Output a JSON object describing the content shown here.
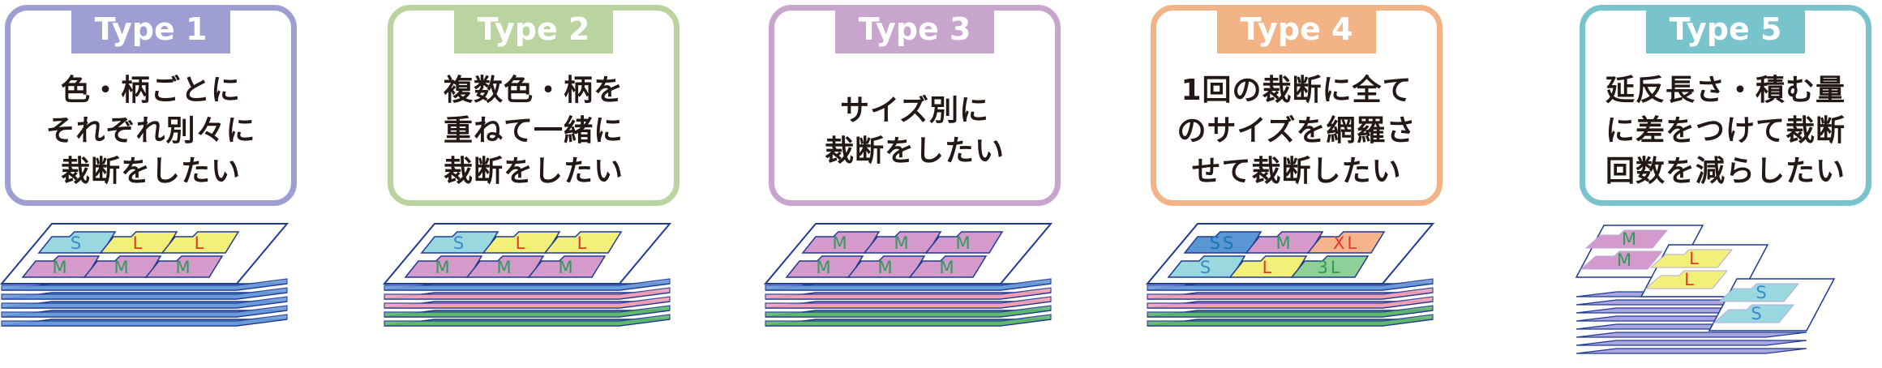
{
  "colors": {
    "type1": "#9f9ed3",
    "type2": "#b9d49e",
    "type3": "#c7a5cd",
    "type4": "#f2b487",
    "type5": "#78c3cc",
    "blue": "#6b9bd9",
    "pink": "#f4a0b4",
    "green": "#5fb86c",
    "lavender": "#a9a6e0",
    "piece_s": "#9ad8e0",
    "piece_l": "#f3f07a",
    "piece_m": "#d39acb",
    "piece_ss": "#5b96d4",
    "piece_xl": "#f6b48c",
    "piece_3l": "#8fcf98",
    "text_green": "#2f9a5a",
    "text_red": "#e8362b",
    "text_blue": "#1a73b8",
    "text_s": "#3a8ac9",
    "outline": "#1f3a93"
  },
  "panels": [
    {
      "tag": "Type 1",
      "lines": [
        "色・柄ごとに",
        "それぞれ別々に",
        "裁断をしたい"
      ],
      "layers": [
        {
          "color": "blue",
          "count": 5
        }
      ],
      "pieces": [
        {
          "label": "S",
          "fill": "piece_s",
          "text": "text_s"
        },
        {
          "label": "L",
          "fill": "piece_l",
          "text": "text_red"
        },
        {
          "label": "L",
          "fill": "piece_l",
          "text": "text_red"
        },
        {
          "label": "M",
          "fill": "piece_m",
          "text": "text_green"
        },
        {
          "label": "M",
          "fill": "piece_m",
          "text": "text_green"
        },
        {
          "label": "M",
          "fill": "piece_m",
          "text": "text_green"
        }
      ]
    },
    {
      "tag": "Type 2",
      "lines": [
        "複数色・柄を",
        "重ねて一緒に",
        "裁断をしたい"
      ],
      "layers": [
        {
          "color": "blue",
          "count": 1
        },
        {
          "color": "pink",
          "count": 2
        },
        {
          "color": "green",
          "count": 2
        }
      ],
      "pieces": [
        {
          "label": "S",
          "fill": "piece_s",
          "text": "text_s"
        },
        {
          "label": "L",
          "fill": "piece_l",
          "text": "text_red"
        },
        {
          "label": "L",
          "fill": "piece_l",
          "text": "text_red"
        },
        {
          "label": "M",
          "fill": "piece_m",
          "text": "text_green"
        },
        {
          "label": "M",
          "fill": "piece_m",
          "text": "text_green"
        },
        {
          "label": "M",
          "fill": "piece_m",
          "text": "text_green"
        }
      ]
    },
    {
      "tag": "Type 3",
      "lines": [
        "サイズ別に",
        "裁断をしたい"
      ],
      "layers": [
        {
          "color": "blue",
          "count": 1
        },
        {
          "color": "pink",
          "count": 2
        },
        {
          "color": "green",
          "count": 2
        }
      ],
      "pieces": [
        {
          "label": "M",
          "fill": "piece_m",
          "text": "text_green"
        },
        {
          "label": "M",
          "fill": "piece_m",
          "text": "text_green"
        },
        {
          "label": "M",
          "fill": "piece_m",
          "text": "text_green"
        },
        {
          "label": "M",
          "fill": "piece_m",
          "text": "text_green"
        },
        {
          "label": "M",
          "fill": "piece_m",
          "text": "text_green"
        },
        {
          "label": "M",
          "fill": "piece_m",
          "text": "text_green"
        }
      ]
    },
    {
      "tag": "Type 4",
      "lines": [
        "1回の裁断に全て",
        "のサイズを網羅さ",
        "せて裁断したい"
      ],
      "layers": [
        {
          "color": "blue",
          "count": 1
        },
        {
          "color": "pink",
          "count": 2
        },
        {
          "color": "green",
          "count": 2
        }
      ],
      "pieces": [
        {
          "label": "SS",
          "fill": "piece_ss",
          "text": "text_blue"
        },
        {
          "label": "M",
          "fill": "piece_m",
          "text": "text_green"
        },
        {
          "label": "XL",
          "fill": "piece_xl",
          "text": "text_red"
        },
        {
          "label": "S",
          "fill": "piece_s",
          "text": "text_s"
        },
        {
          "label": "L",
          "fill": "piece_l",
          "text": "text_red"
        },
        {
          "label": "3L",
          "fill": "piece_3l",
          "text": "text_green"
        }
      ]
    },
    {
      "tag": "Type 5",
      "lines": [
        "延反長さ・積む量",
        "に差をつけて裁断",
        "回数を減らしたい"
      ],
      "pieces": [
        {
          "label": "M",
          "fill": "piece_m",
          "text": "text_green"
        },
        {
          "label": "M",
          "fill": "piece_m",
          "text": "text_green"
        },
        {
          "label": "L",
          "fill": "piece_l",
          "text": "text_red"
        },
        {
          "label": "L",
          "fill": "piece_l",
          "text": "text_red"
        },
        {
          "label": "S",
          "fill": "piece_s",
          "text": "text_s"
        },
        {
          "label": "S",
          "fill": "piece_s",
          "text": "text_s"
        }
      ]
    }
  ]
}
